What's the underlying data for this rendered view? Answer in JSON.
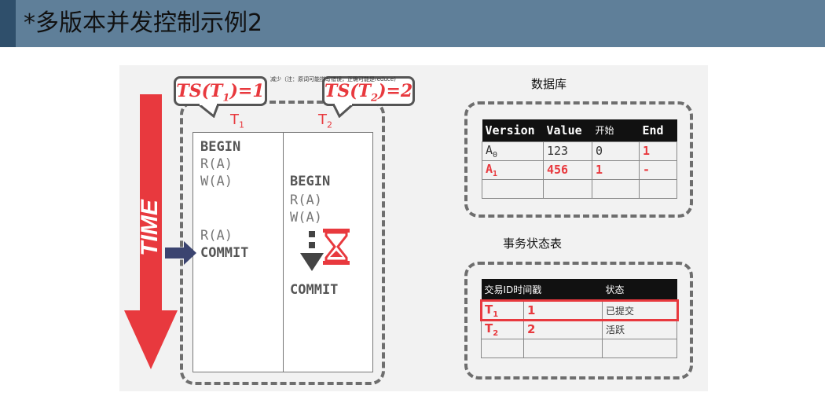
{
  "title": "*多版本并发控制示例2",
  "note": "减少（注：原词可能拼写错误，正确可能是reduce)",
  "timeline": {
    "label": "TIME",
    "ts1": "TS(T",
    "ts1_sub": "1",
    "ts1_end": ")=1",
    "ts2": "TS(T",
    "ts2_sub": "2",
    "ts2_end": ")=2",
    "t1": "T",
    "t1_sub": "1",
    "t2": "T",
    "t2_sub": "2"
  },
  "schedule": {
    "t1_ops": [
      "BEGIN",
      "R(A)",
      "W(A)",
      "R(A)",
      "COMMIT"
    ],
    "t2_ops": [
      "BEGIN",
      "R(A)",
      "W(A)",
      "COMMIT"
    ]
  },
  "database": {
    "caption": "数据库",
    "headers": [
      "Version",
      "Value",
      "开始",
      "End"
    ],
    "rows": [
      {
        "version": "A",
        "sub": "0",
        "value": "123",
        "begin": "0",
        "end": "1"
      },
      {
        "version": "A",
        "sub": "1",
        "value": "456",
        "begin": "1",
        "end": "-"
      }
    ]
  },
  "txn_status": {
    "caption": "事务状态表",
    "headers": [
      "交易ID时间戳",
      "状态"
    ],
    "rows": [
      {
        "txn": "T",
        "sub": "1",
        "ts": "1",
        "status": "已提交"
      },
      {
        "txn": "T",
        "sub": "2",
        "ts": "2",
        "status": "活跃"
      }
    ]
  },
  "colors": {
    "accent_red": "#e8393e",
    "title_bar": "#5f7f99",
    "arrow_navy": "#3b4470"
  }
}
